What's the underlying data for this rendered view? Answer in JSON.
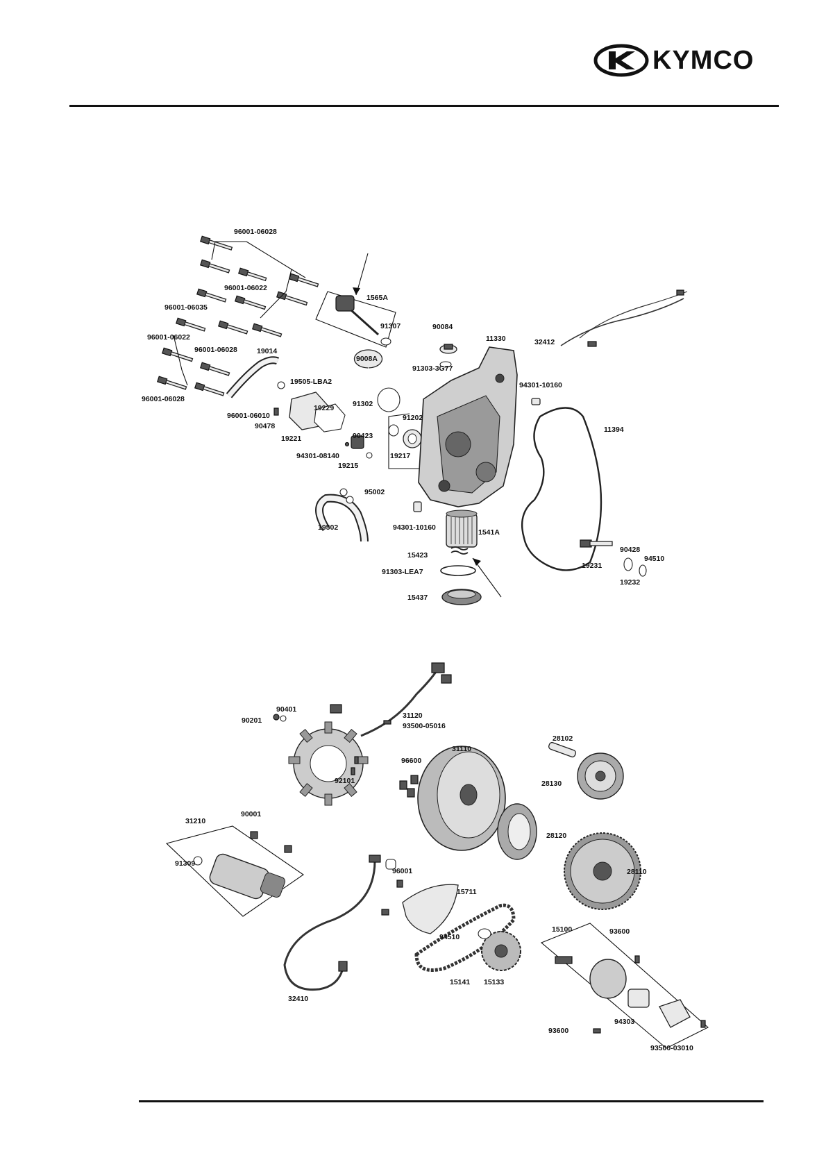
{
  "brand": {
    "name": "KYMCO"
  },
  "upper_diagram": {
    "labels": [
      "96001-06028",
      "96001-06022",
      "96001-06035",
      "96001-06022",
      "96001-06028",
      "96001-06028",
      "1565A",
      "91307",
      "90084",
      "11330",
      "32412",
      "9008A",
      "91303-3G77",
      "19014",
      "19505-LBA2",
      "94301-10160",
      "96001-06010",
      "90478",
      "19221",
      "19229",
      "91302",
      "91202",
      "11394",
      "90423",
      "94301-08140",
      "19215",
      "19217",
      "95002",
      "19502",
      "94301-10160",
      "1541A",
      "15423",
      "91303-LEA7",
      "15437",
      "90428",
      "94510",
      "19231",
      "19232"
    ]
  },
  "lower_diagram": {
    "labels": [
      "90401",
      "90201",
      "31120",
      "93500-05016",
      "28102",
      "31110",
      "96600",
      "28130",
      "92101",
      "31210",
      "90001",
      "91309",
      "28120",
      "28110",
      "96001",
      "15711",
      "94510",
      "15100",
      "93600",
      "32410",
      "15141",
      "15133",
      "94303",
      "93600",
      "93500-03010"
    ]
  }
}
